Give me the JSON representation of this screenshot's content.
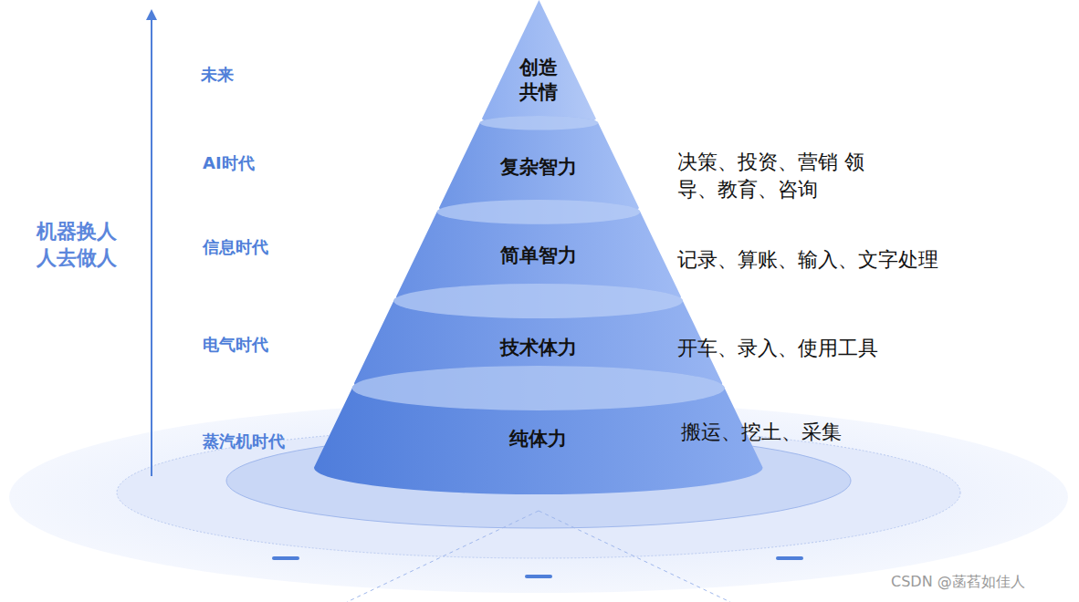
{
  "diagram": {
    "nodes": [
      {
        "text": [
          "创造 共情"
        ]
      },
      {
        "text": [
          "复杂智力"
        ]
      },
      {
        "text": [
          "简单智力"
        ]
      },
      {
        "text": [
          "技术体力"
        ]
      },
      {
        "text": [
          "纯体力"
        ]
      }
    ],
    "labels": [
      "未来",
      "AI时代",
      "信息时代",
      "电气时代",
      "蒸汽机时代",
      "机器换人 人去做人",
      "决策、投资、营销 领导、教育、咨询",
      "记录、算账、输入、文字处理",
      "开车、录入、使用工具",
      "搬运、挖土、采集",
      "CSDN @菡萏如佳人"
    ]
  }
}
